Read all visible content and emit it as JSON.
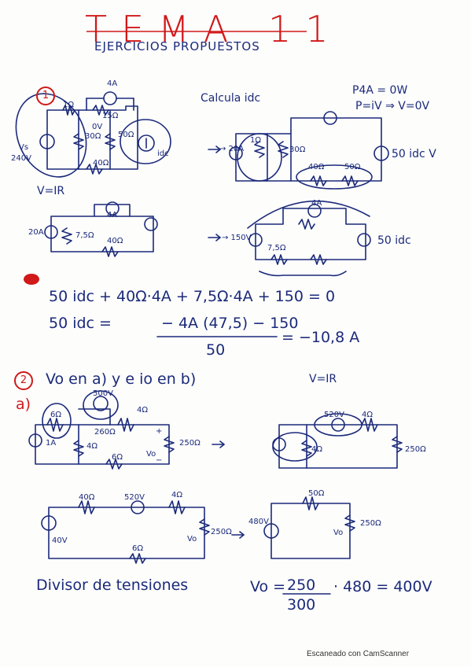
{
  "page": {
    "title": "TEMA 11",
    "subtitle": "EJERCICIOS PROPUESTOS",
    "footer": "Escaneado con CamScanner"
  },
  "ex1": {
    "badge": "1",
    "notes": {
      "calcula": "Calcula idc",
      "p_eq": "P4A = 0W",
      "p_formula": "P=iV ⇒ V=0V",
      "vir": "V=IR",
      "step_arrow1": "→ 20A",
      "step_arrow2": "→ 150V",
      "source_50": "50 idc V",
      "source_50b": "50 idc"
    },
    "labels": {
      "i4a": "4A",
      "r1": "1Ω",
      "r15": "15Ω",
      "v0": "0V",
      "r30": "30Ω",
      "r50": "50Ω",
      "r40": "40Ω",
      "vs": "240V",
      "vs_name": "Vs",
      "idc": "idc",
      "r75": "7,5Ω",
      "r40b": "40Ω",
      "r50b": "50Ω",
      "r30b": "30Ω",
      "src20": "20A",
      "r1b": "1Ω",
      "i4a_b": "4A",
      "r75b": "7,5Ω",
      "r40c": "40Ω",
      "i4a_c": "4A"
    },
    "eq1": "50 idc + 40Ω·4A + 7,5Ω·4A + 150 = 0",
    "eq2_lhs": "50 idc =",
    "eq2_num": "− 4A (47,5) − 150",
    "eq2_den": "50",
    "eq2_result": "= −10,8 A"
  },
  "ex2": {
    "badge": "2",
    "heading": "Vo en a) y e io en b)",
    "vir": "V=IR",
    "part_a": "a)",
    "labels": {
      "r6": "6Ω",
      "v500": "500V",
      "r4": "4Ω",
      "r260": "260Ω",
      "r250": "250Ω",
      "src1a": "1A",
      "r4b": "4Ω",
      "r6b": "6Ω",
      "vo": "Vo",
      "plus": "+",
      "minus": "−",
      "v520": "520V",
      "r4c": "4Ω",
      "r250b": "250Ω",
      "r4d": "4Ω",
      "r40": "40Ω",
      "v520b": "520V",
      "r4e": "4Ω",
      "v40": "40V",
      "r250c": "250Ω",
      "vo_b": "Vo",
      "r6c": "6Ω",
      "r50": "50Ω",
      "v480": "480V",
      "r250d": "250Ω",
      "vo_c": "Vo"
    },
    "divisor": "Divisor de tensiones",
    "div_lhs": "Vo =",
    "div_num": "250",
    "div_den": "300",
    "div_rhs": "· 480 = 400V"
  },
  "colors": {
    "ink": "#1b2a7a",
    "red": "#d01919",
    "paper": "#fdfdfc"
  }
}
